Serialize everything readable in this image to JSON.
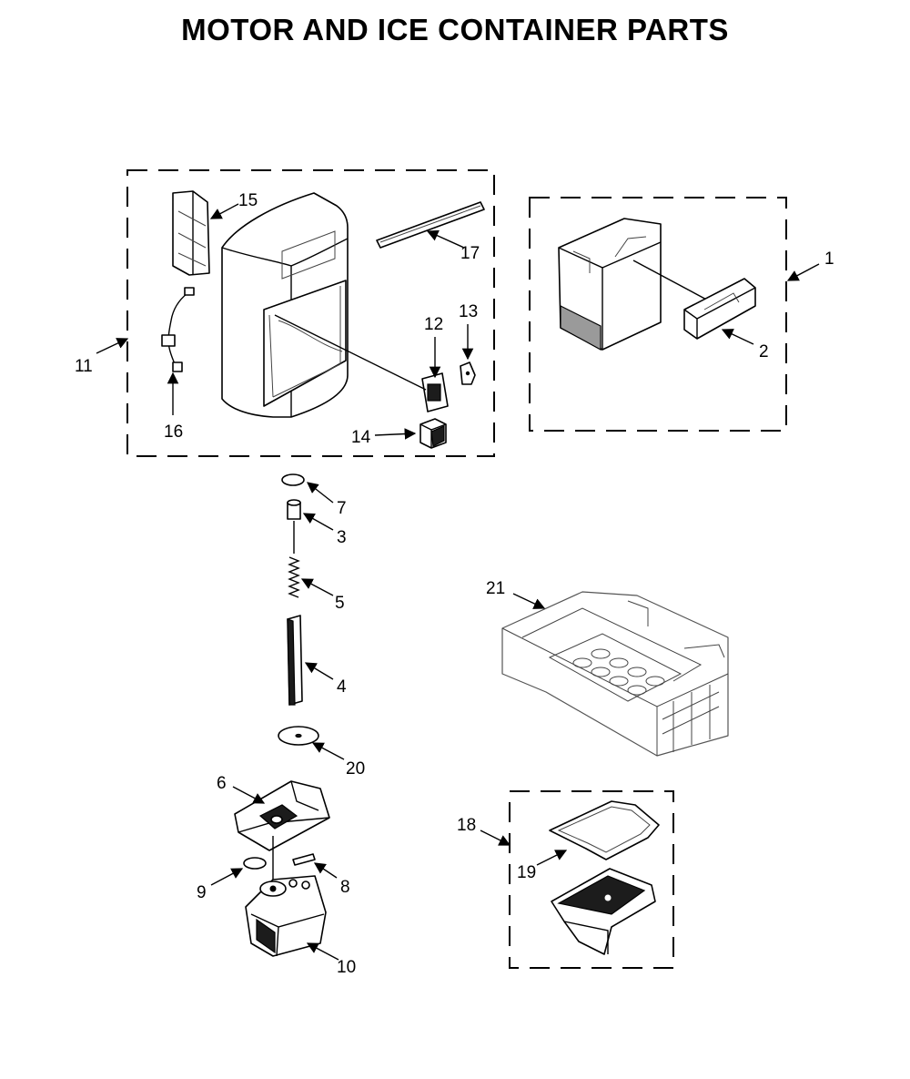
{
  "title": "MOTOR AND ICE CONTAINER PARTS",
  "callouts": {
    "c1": "1",
    "c2": "2",
    "c3": "3",
    "c4": "4",
    "c5": "5",
    "c6": "6",
    "c7": "7",
    "c8": "8",
    "c9": "9",
    "c10": "10",
    "c11": "11",
    "c12": "12",
    "c13": "13",
    "c14": "14",
    "c15": "15",
    "c16": "16",
    "c17": "17",
    "c18": "18",
    "c19": "19",
    "c20": "20",
    "c21": "21"
  }
}
